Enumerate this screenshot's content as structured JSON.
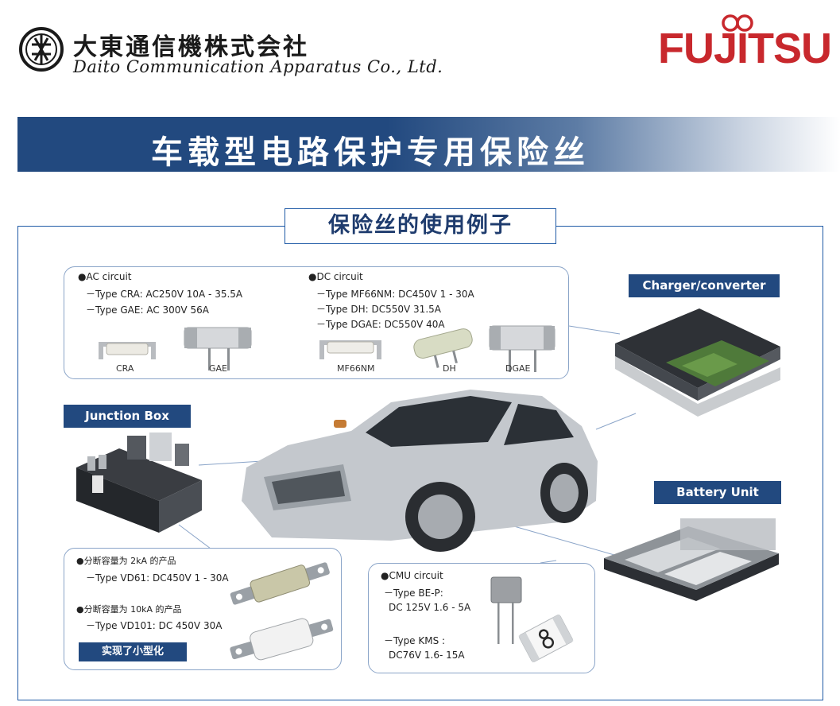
{
  "header": {
    "company_jp": "大東通信機株式会社",
    "company_en": "Daito Communication Apparatus Co., Ltd.",
    "partner_logo": "FUJITSU"
  },
  "banner": {
    "title": "车载型电路保护专用保险丝"
  },
  "section": {
    "title": "保险丝的使用例子"
  },
  "ac": {
    "heading": "●AC circuit",
    "lines": [
      "－Type CRA: AC250V 10A - 35.5A",
      "－Type GAE: AC 300V 56A"
    ],
    "labels": [
      "CRA",
      "GAE"
    ]
  },
  "dc": {
    "heading": "●DC circuit",
    "lines": [
      "－Type MF66NM: DC450V 1 - 30A",
      "－Type DH: DC550V 31.5A",
      "－Type DGAE: DC550V 40A"
    ],
    "labels": [
      "MF66NM",
      "DH",
      "DGAE"
    ]
  },
  "tags": {
    "charger": "Charger/converter",
    "junction": "Junction Box",
    "battery": "Battery Unit",
    "small": "实现了小型化"
  },
  "breaking": {
    "h1": "●分断容量为 2kA 的产品",
    "l1": "－Type VD61: DC450V 1 - 30A",
    "h2": "●分断容量为 10kA 的产品",
    "l2": "－Type VD101: DC 450V 30A"
  },
  "cmu": {
    "heading": "●CMU circuit",
    "l1": "－Type BE-P:",
    "l2": "DC 125V 1.6 - 5A",
    "l3": "－Type KMS :",
    "l4": "DC76V 1.6- 15A"
  },
  "colors": {
    "navy": "#22497f",
    "frame": "#1f5aa6",
    "fujitsu_red": "#c8282d"
  },
  "icons": [
    "daito-seal-icon",
    "fujitsu-infinity-icon"
  ]
}
